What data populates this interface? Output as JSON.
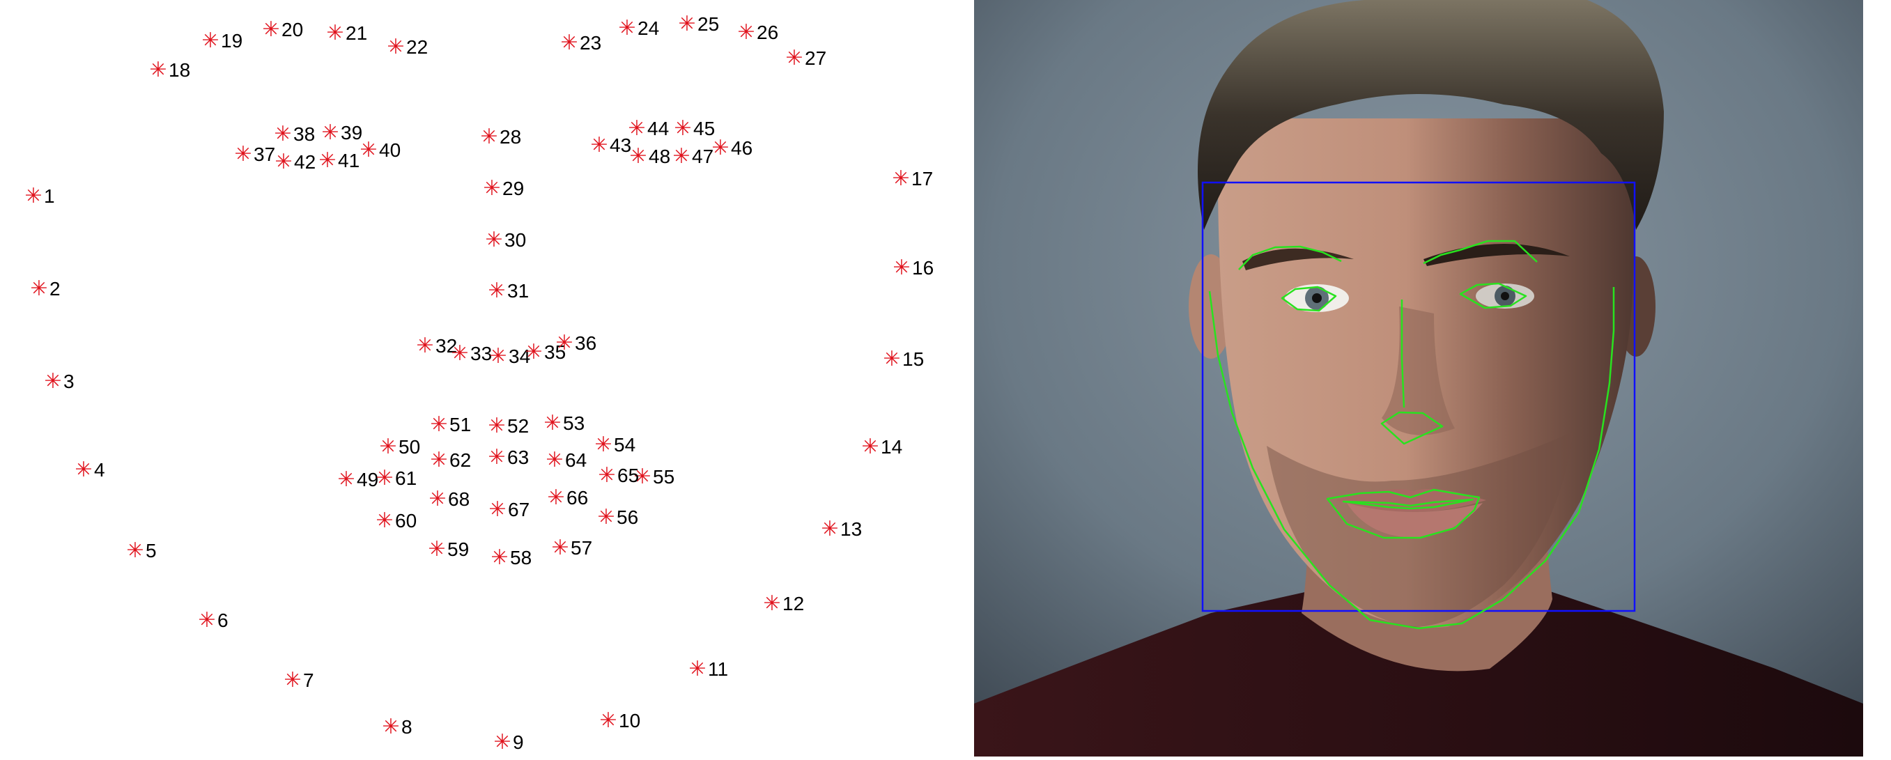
{
  "colors": {
    "marker": "#e0141e",
    "label": "#000000",
    "face_box": "#1010ff",
    "face_outline": "#29e21f",
    "photo_background": "#6a7985"
  },
  "marker_glyph": "✳",
  "landmarks": [
    "1",
    "2",
    "3",
    "4",
    "5",
    "6",
    "7",
    "8",
    "9",
    "10",
    "11",
    "12",
    "13",
    "14",
    "15",
    "16",
    "17",
    "18",
    "19",
    "20",
    "21",
    "22",
    "23",
    "24",
    "25",
    "26",
    "27",
    "28",
    "29",
    "30",
    "31",
    "32",
    "33",
    "34",
    "35",
    "36",
    "37",
    "38",
    "39",
    "40",
    "41",
    "42",
    "43",
    "44",
    "45",
    "46",
    "47",
    "48",
    "49",
    "50",
    "51",
    "52",
    "53",
    "54",
    "55",
    "56",
    "57",
    "58",
    "59",
    "60",
    "61",
    "62",
    "63",
    "64",
    "65",
    "66",
    "67",
    "68"
  ],
  "photo": {
    "subject": "portrait-photo-of-man",
    "overlays": [
      "face-bounding-box",
      "jawline-outline",
      "eyebrow-outlines",
      "eye-outlines",
      "nose-outline",
      "mouth-outline"
    ]
  }
}
